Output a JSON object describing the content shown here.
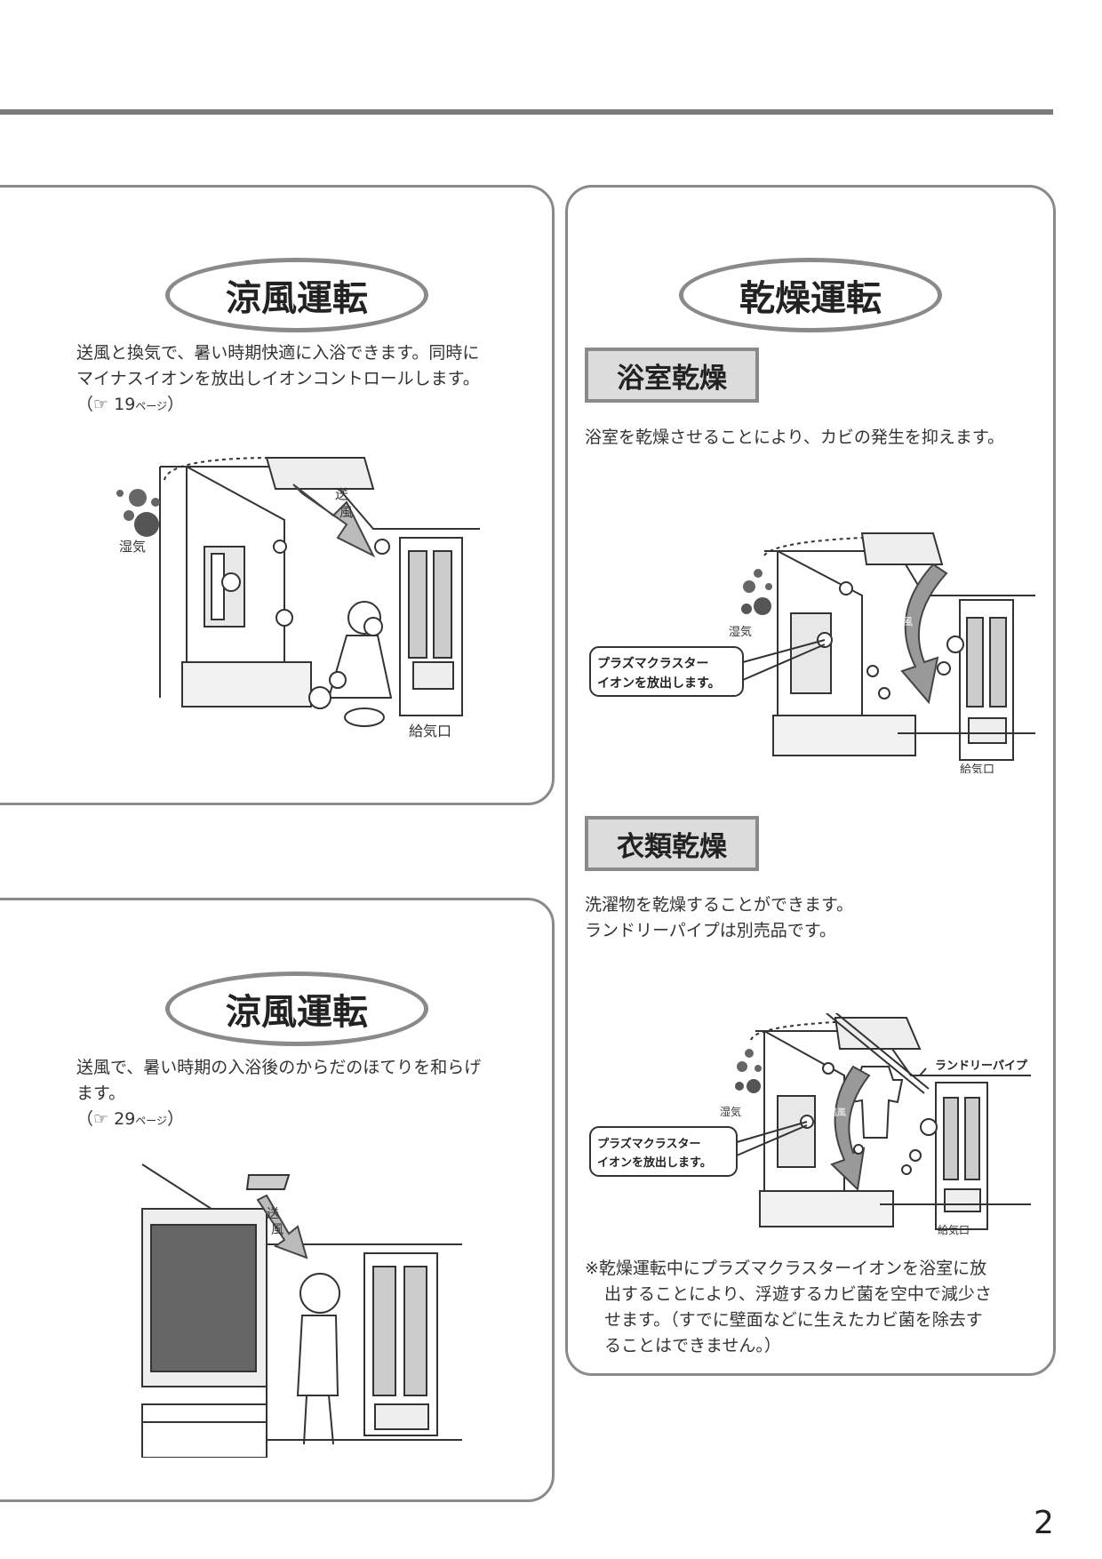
{
  "page_number": "2",
  "cool_breeze_1": {
    "title": "涼風運転",
    "text_lines": [
      "送風と換気で、暑い時期快適に入浴できます。同時に",
      "マイナスイオンを放出しイオンコントロールします。"
    ],
    "ref": {
      "open": "（",
      "icon": "☞",
      "num": " 19",
      "unit": "ページ",
      "close": "）"
    },
    "labels": {
      "moisture": "湿気",
      "airflow": "送\n風",
      "intake": "給気口"
    }
  },
  "cool_breeze_2": {
    "title": "涼風運転",
    "text_lines": [
      "送風で、暑い時期の入浴後のからだのほてりを和らげ",
      "ます。"
    ],
    "ref": {
      "open": "（",
      "icon": "☞",
      "num": " 29",
      "unit": "ページ",
      "close": "）"
    },
    "labels": {
      "airflow": "送\n風"
    }
  },
  "drying": {
    "title": "乾燥運転",
    "bathroom": {
      "heading": "浴室乾燥",
      "text": "浴室を乾燥させることにより、カビの発生を抑えます。",
      "labels": {
        "moisture": "湿気",
        "warm": "温風",
        "intake": "給気口",
        "callout_1": "プラズマクラスター",
        "callout_2": "イオンを放出します。"
      }
    },
    "clothes": {
      "heading": "衣類乾燥",
      "text_lines": [
        "洗濯物を乾燥することができます。",
        "ランドリーパイプは別売品です。"
      ],
      "labels": {
        "moisture": "湿気",
        "warm": "温風",
        "intake": "給気口",
        "pipe": "ランドリーパイプ",
        "callout_1": "プラズマクラスター",
        "callout_2": "イオンを放出します。"
      }
    },
    "note_lines": [
      "※乾燥運転中にプラズマクラスターイオンを浴室に放",
      "出することにより、浮遊するカビ菌を空中で減少さ",
      "せます。（すでに壁面などに生えたカビ菌を除去す",
      "ることはできません。）"
    ]
  }
}
